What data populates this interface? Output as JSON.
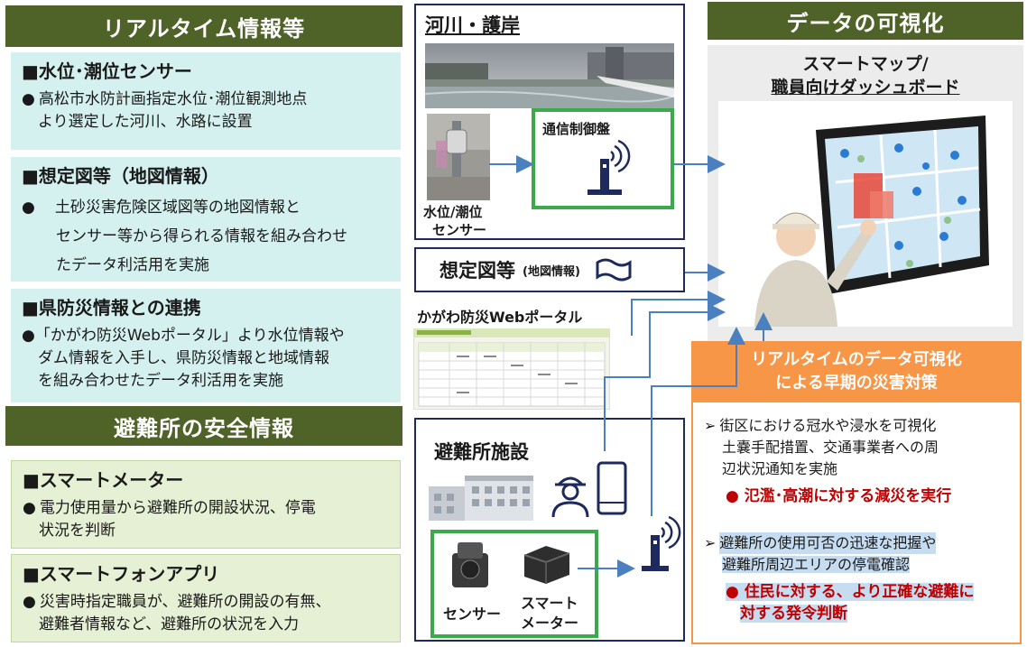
{
  "left": {
    "header_realtime": "リアルタイム情報等",
    "water_card": {
      "title": "■水位･潮位センサー",
      "bullet": "●",
      "line1": "高松市水防計画指定水位･潮位観測地点",
      "line2": "より選定した河川、水路に設置"
    },
    "map_card": {
      "title": "■想定図等（地図情報）",
      "bullet": "●",
      "line1": "土砂災害危険区域図等の地図情報と",
      "line2": "センサー等から得られる情報を組み合わせ",
      "line3": "たデータ利活用を実施"
    },
    "pref_card": {
      "title": "■県防災情報との連携",
      "bullet": "●",
      "line1": "「かがわ防災Webポータル」より水位情報や",
      "line2": "ダム情報を入手し、県防災情報と地域情報",
      "line3": "を組み合わせたデータ利活用を実施"
    },
    "header_shelter": "避難所の安全情報",
    "meter_card": {
      "title": "■スマートメーター",
      "bullet": "●",
      "line1": "電力使用量から避難所の開設状況、停電",
      "line2": "状況を判断"
    },
    "app_card": {
      "title": "■スマートフォンアプリ",
      "bullet": "●",
      "line1": "災害時指定職員が、避難所の開設の有無、",
      "line2": "避難者情報など、避難所の状況を入力"
    }
  },
  "middle": {
    "river_title": "河川・護岸",
    "comm_panel": "通信制御盤",
    "sensor_label1": "水位/潮位",
    "sensor_label2": "センサー",
    "map_box_title": "想定図等",
    "map_box_sub": "(地図情報)",
    "portal_title": "かがわ防災Webポータル",
    "shelter_title": "避難所施設",
    "sensor_word": "センサー",
    "smart_meter1": "スマート",
    "smart_meter2": "メーター"
  },
  "right": {
    "header": "データの可視化",
    "smartmap1": "スマートマップ/",
    "smartmap2": "職員向けダッシュボード",
    "orange1": "リアルタイムのデータ可視化",
    "orange2": "による早期の災害対策",
    "item1": {
      "arrow": "➢",
      "line1": "街区における冠水や浸水を可視化",
      "line2": "土嚢手配措置、交通事業者への周",
      "line3": "辺状況通知を実施",
      "red": "● 氾濫･高潮に対する減災を実行"
    },
    "item2": {
      "arrow": "➢",
      "line1": "避難所の使用可否の迅速な把握や",
      "line2": "避難所周辺エリアの停電確認",
      "red1": "● 住民に対する、より正確な避難に",
      "red2": "対する発令判断"
    }
  },
  "colors": {
    "header_green": "#4f6228",
    "cyan_bg": "#d4f1ef",
    "green_bg": "#e6f0d4",
    "navy": "#1f2a5c",
    "device_green": "#3aaa4a",
    "orange": "#f79646",
    "red_text": "#c00000",
    "blue_highlight": "#c6dcf0",
    "arrow_blue": "#4a7fc0"
  }
}
